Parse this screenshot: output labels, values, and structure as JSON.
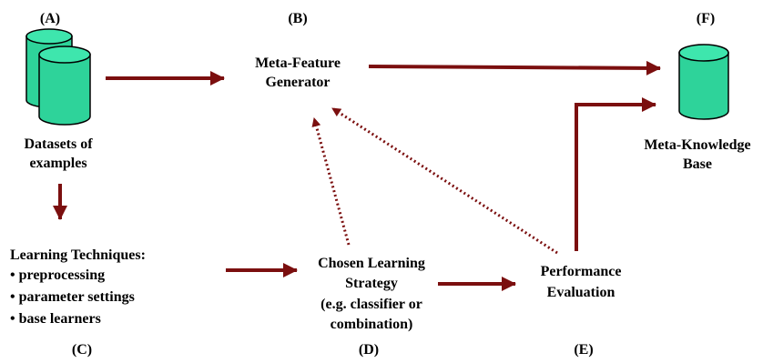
{
  "colors": {
    "arrow": "#7b0f0f",
    "cylinder_fill": "#2ed39a",
    "cylinder_top": "#3ee6ad",
    "cylinder_stroke": "#000000"
  },
  "labels": {
    "A": "(A)",
    "B": "(B)",
    "C": "(C)",
    "D": "(D)",
    "E": "(E)",
    "F": "(F)"
  },
  "nodes": {
    "datasets": {
      "line1": "Datasets of",
      "line2": "examples"
    },
    "meta_feature_generator": {
      "line1": "Meta-Feature",
      "line2": "Generator"
    },
    "meta_knowledge_base": {
      "line1": "Meta-Knowledge",
      "line2": "Base"
    },
    "learning_techniques": {
      "title": "Learning Techniques:",
      "items": [
        "• preprocessing",
        "• parameter settings",
        "• base learners"
      ]
    },
    "chosen_strategy": {
      "line1": "Chosen Learning",
      "line2": "Strategy",
      "line3": "(e.g. classifier or",
      "line4": "combination)"
    },
    "performance_evaluation": {
      "line1": "Performance",
      "line2": "Evaluation"
    }
  },
  "icons": {
    "datasets": "database-stack-icon",
    "meta_knowledge_base": "database-icon"
  }
}
